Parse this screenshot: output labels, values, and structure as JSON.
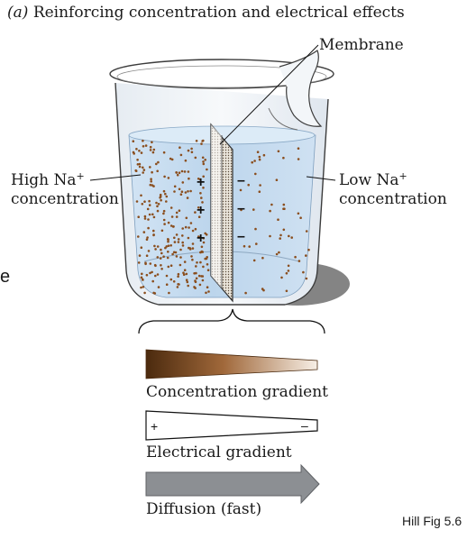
{
  "figure": {
    "panel_label": "(a)",
    "title": "Reinforcing concentration and electrical effects",
    "credit": "Hill Fig 5.6"
  },
  "labels": {
    "membrane": "Membrane",
    "high_prefix": "High Na",
    "high_suffix": "concentration",
    "low_prefix": "Low Na",
    "low_suffix": "concentration",
    "superscript_plus": "+",
    "stray_letter": "e"
  },
  "charges": {
    "left_sign": "+",
    "right_sign": "–"
  },
  "legend": {
    "concentration_gradient": "Concentration gradient",
    "electrical_gradient": "Electrical gradient",
    "electrical_plus": "+",
    "electrical_minus": "–",
    "diffusion": "Diffusion (fast)"
  },
  "colors": {
    "water": "#c4dbef",
    "particle": "#8a4e1e",
    "gradient_dark": "#4b2a0e",
    "gradient_light": "#f5ebe0",
    "arrow": "#8c8f93"
  }
}
